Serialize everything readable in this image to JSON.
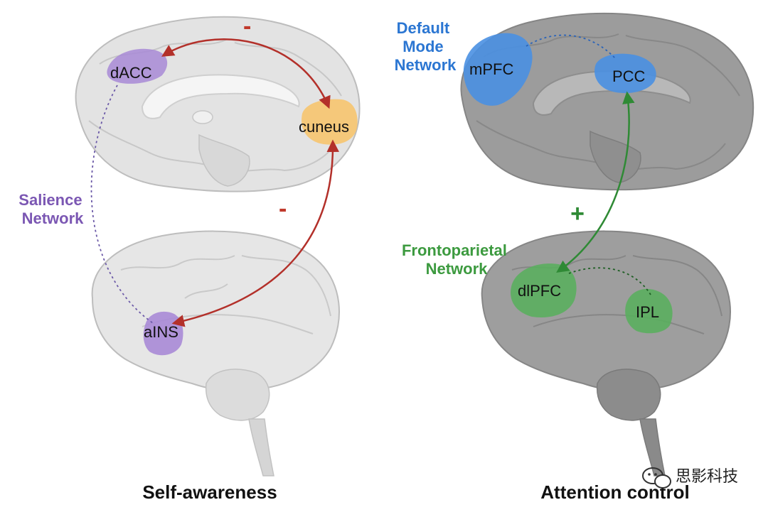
{
  "panels": {
    "left": {
      "title": "Self-awareness",
      "network_label_line1": "Salience",
      "network_label_line2": "Network",
      "regions": {
        "dacc": "dACC",
        "cuneus": "cuneus",
        "ains": "aINS"
      },
      "signs": {
        "top": "-",
        "middle": "-"
      }
    },
    "right": {
      "title": "Attention control",
      "dmn_label_line1": "Default",
      "dmn_label_line2": "Mode",
      "dmn_label_line3": "Network",
      "fpn_label_line1": "Frontoparietal",
      "fpn_label_line2": "Network",
      "regions": {
        "mpfc": "mPFC",
        "pcc": "PCC",
        "dlpfc": "dlPFC",
        "ipl": "IPL"
      },
      "signs": {
        "middle": "+"
      }
    }
  },
  "watermark": "思影科技",
  "colors": {
    "salience": "#7b57b3",
    "dmn": "#2b76d2",
    "fpn": "#3c9a3f",
    "negative_arrow": "#b3302a",
    "positive_arrow": "#2f8a35",
    "purple_region": "#a889d6",
    "orange_region": "#f6c46e",
    "blue_region": "#4a90e2",
    "green_region": "#5aae5e"
  }
}
